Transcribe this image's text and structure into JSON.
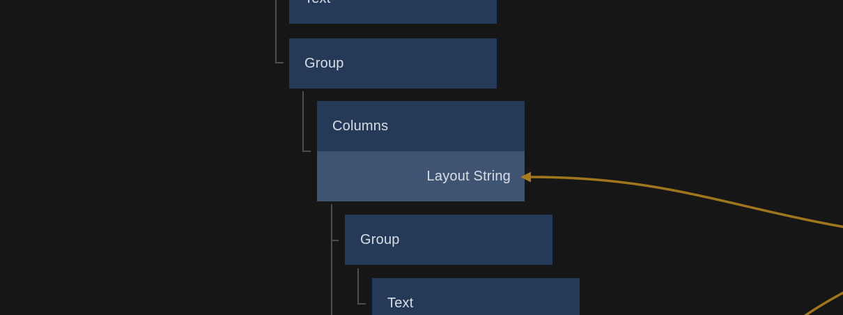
{
  "view": {
    "name": "node-hierarchy-canvas",
    "theme": {
      "background": "#161616",
      "node_fill": "#243A58",
      "selected_port_fill": "#3F5472",
      "label_color": "#D9DEE4",
      "tree_line_color": "#4F4F4F",
      "wire_color": "#A0761C"
    }
  },
  "tree": {
    "nodes": [
      {
        "id": "text-top",
        "label": "Text",
        "depth": 0,
        "clipped": "top"
      },
      {
        "id": "group-upper",
        "label": "Group",
        "depth": 0
      },
      {
        "id": "columns",
        "label": "Columns",
        "depth": 1,
        "port": {
          "label": "Layout String",
          "selected": true,
          "has_incoming_wire": true
        }
      },
      {
        "id": "group-lower",
        "label": "Group",
        "depth": 2
      },
      {
        "id": "text-bottom",
        "label": "Text",
        "depth": 3,
        "clipped": "bottom"
      }
    ]
  },
  "wires": [
    {
      "id": "wire-into-layout-string",
      "target_port": "Layout String",
      "direction": "from-right-edge",
      "arrowhead": "left"
    },
    {
      "id": "wire-bottom-right",
      "target_port": "",
      "direction": "off-screen-bottom-right",
      "arrowhead": "none"
    }
  ]
}
